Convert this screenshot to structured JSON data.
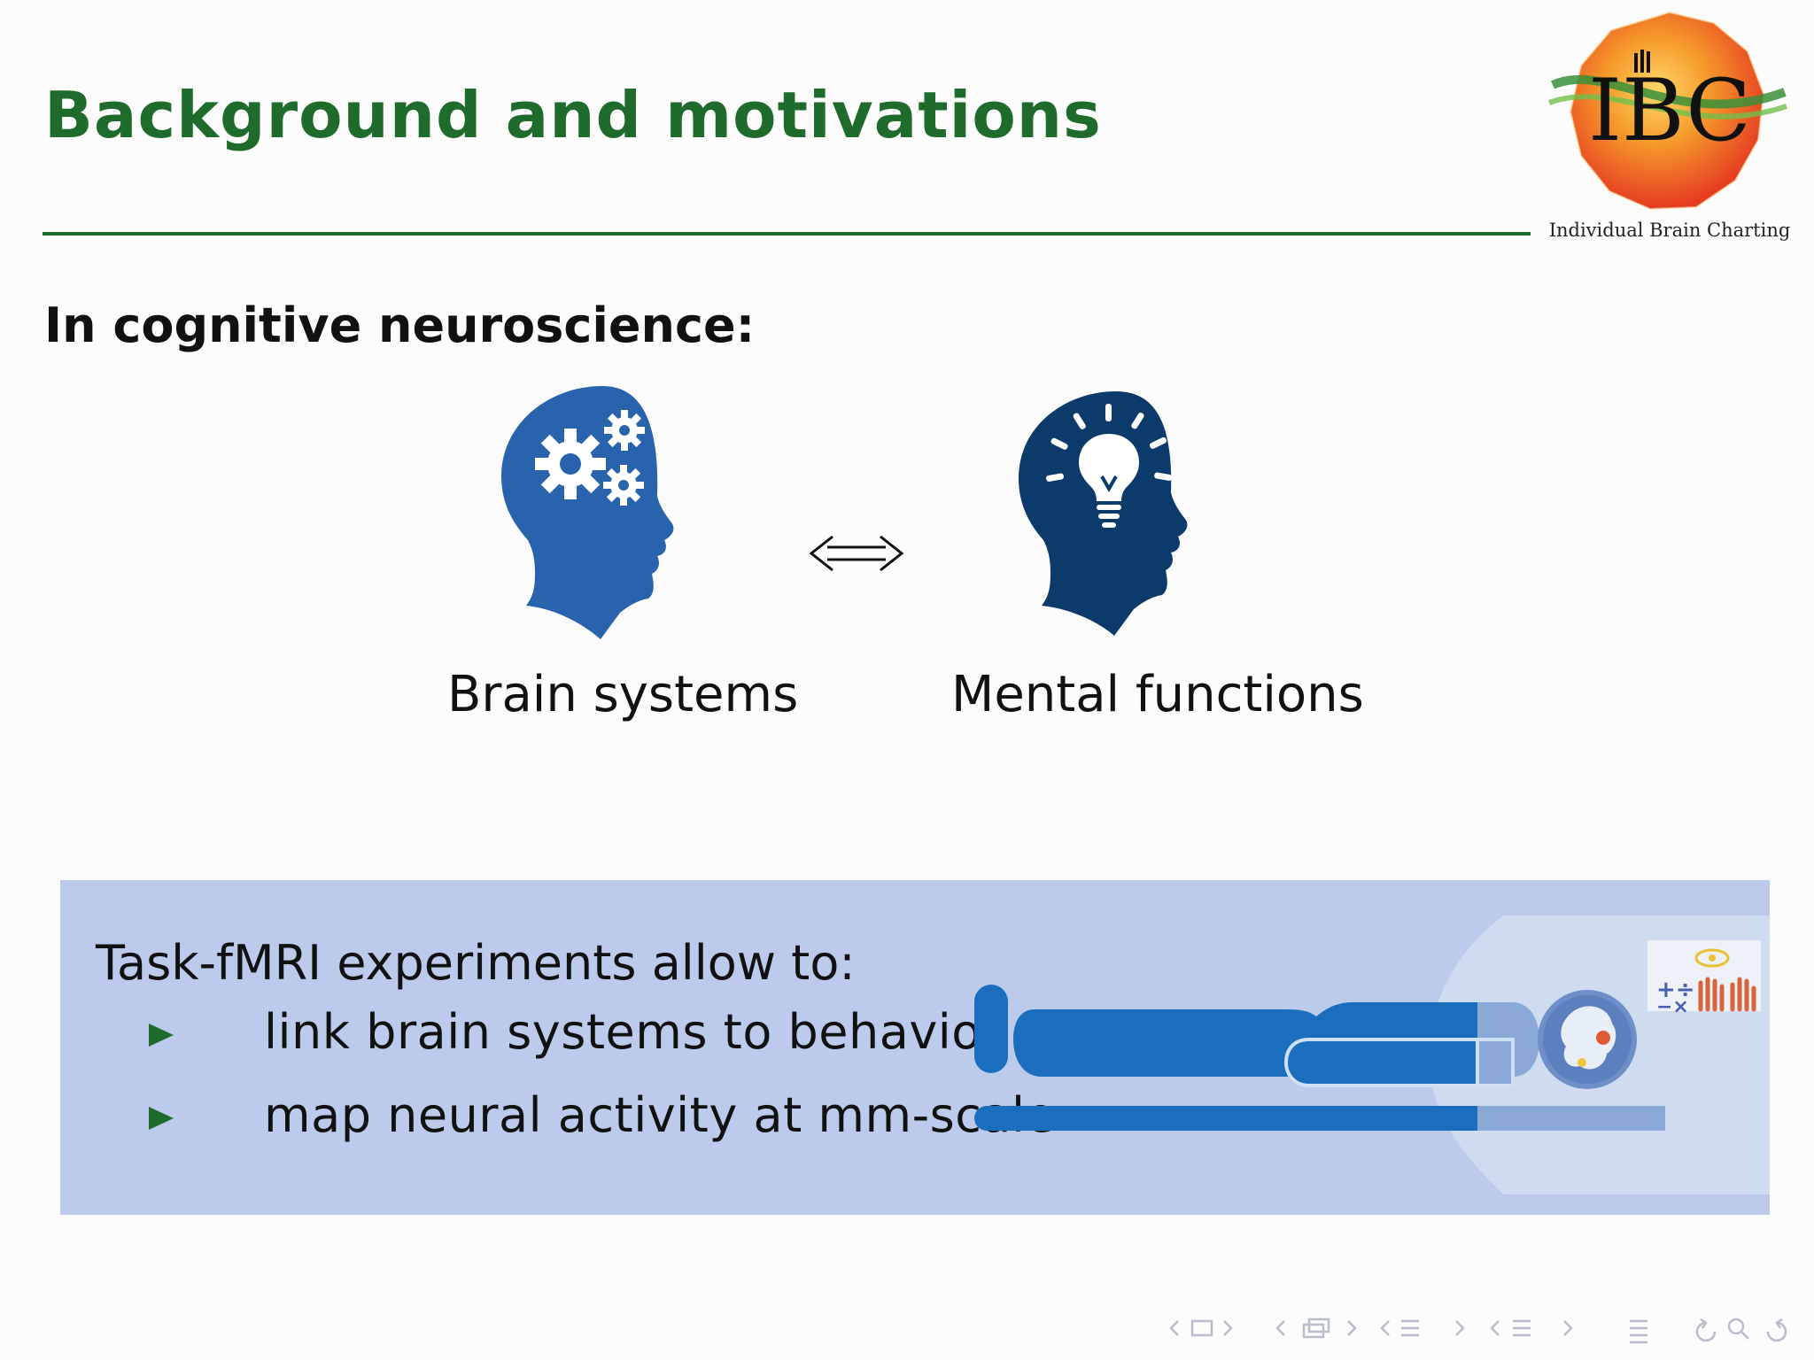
{
  "slide": {
    "title": "Background and motivations",
    "logo": {
      "letters": "IBC",
      "caption": "Individual Brain Charting"
    },
    "heading": "In cognitive neuroscience:",
    "left_label": "Brain systems",
    "right_label": "Mental functions",
    "icons": {
      "left_head": "head-with-gears-icon",
      "right_head": "head-with-lightbulb-icon",
      "arrow": "double-arrow-icon"
    },
    "callout": {
      "title": "Task-fMRI experiments allow to:",
      "bullets": [
        "link brain systems to behavior",
        "map neural activity at mm-scale"
      ],
      "illustration": "mri-scanner-icon"
    }
  },
  "colors": {
    "title_green": "#1f6b2c",
    "head_left_blue": "#2a63ad",
    "head_right_navy": "#0c3a6b",
    "callout_bg": "#bccbec",
    "scanner_blue": "#1b6ebd"
  },
  "nav": {
    "icons": [
      "prev-icon",
      "frame-icon",
      "next-icon",
      "prev-icon",
      "subsection-icon",
      "next-icon",
      "prev-icon",
      "section-icon",
      "next-icon",
      "prev-icon",
      "section-icon",
      "next-icon",
      "align-icon",
      "back-icon",
      "search-icon",
      "forward-icon"
    ]
  }
}
